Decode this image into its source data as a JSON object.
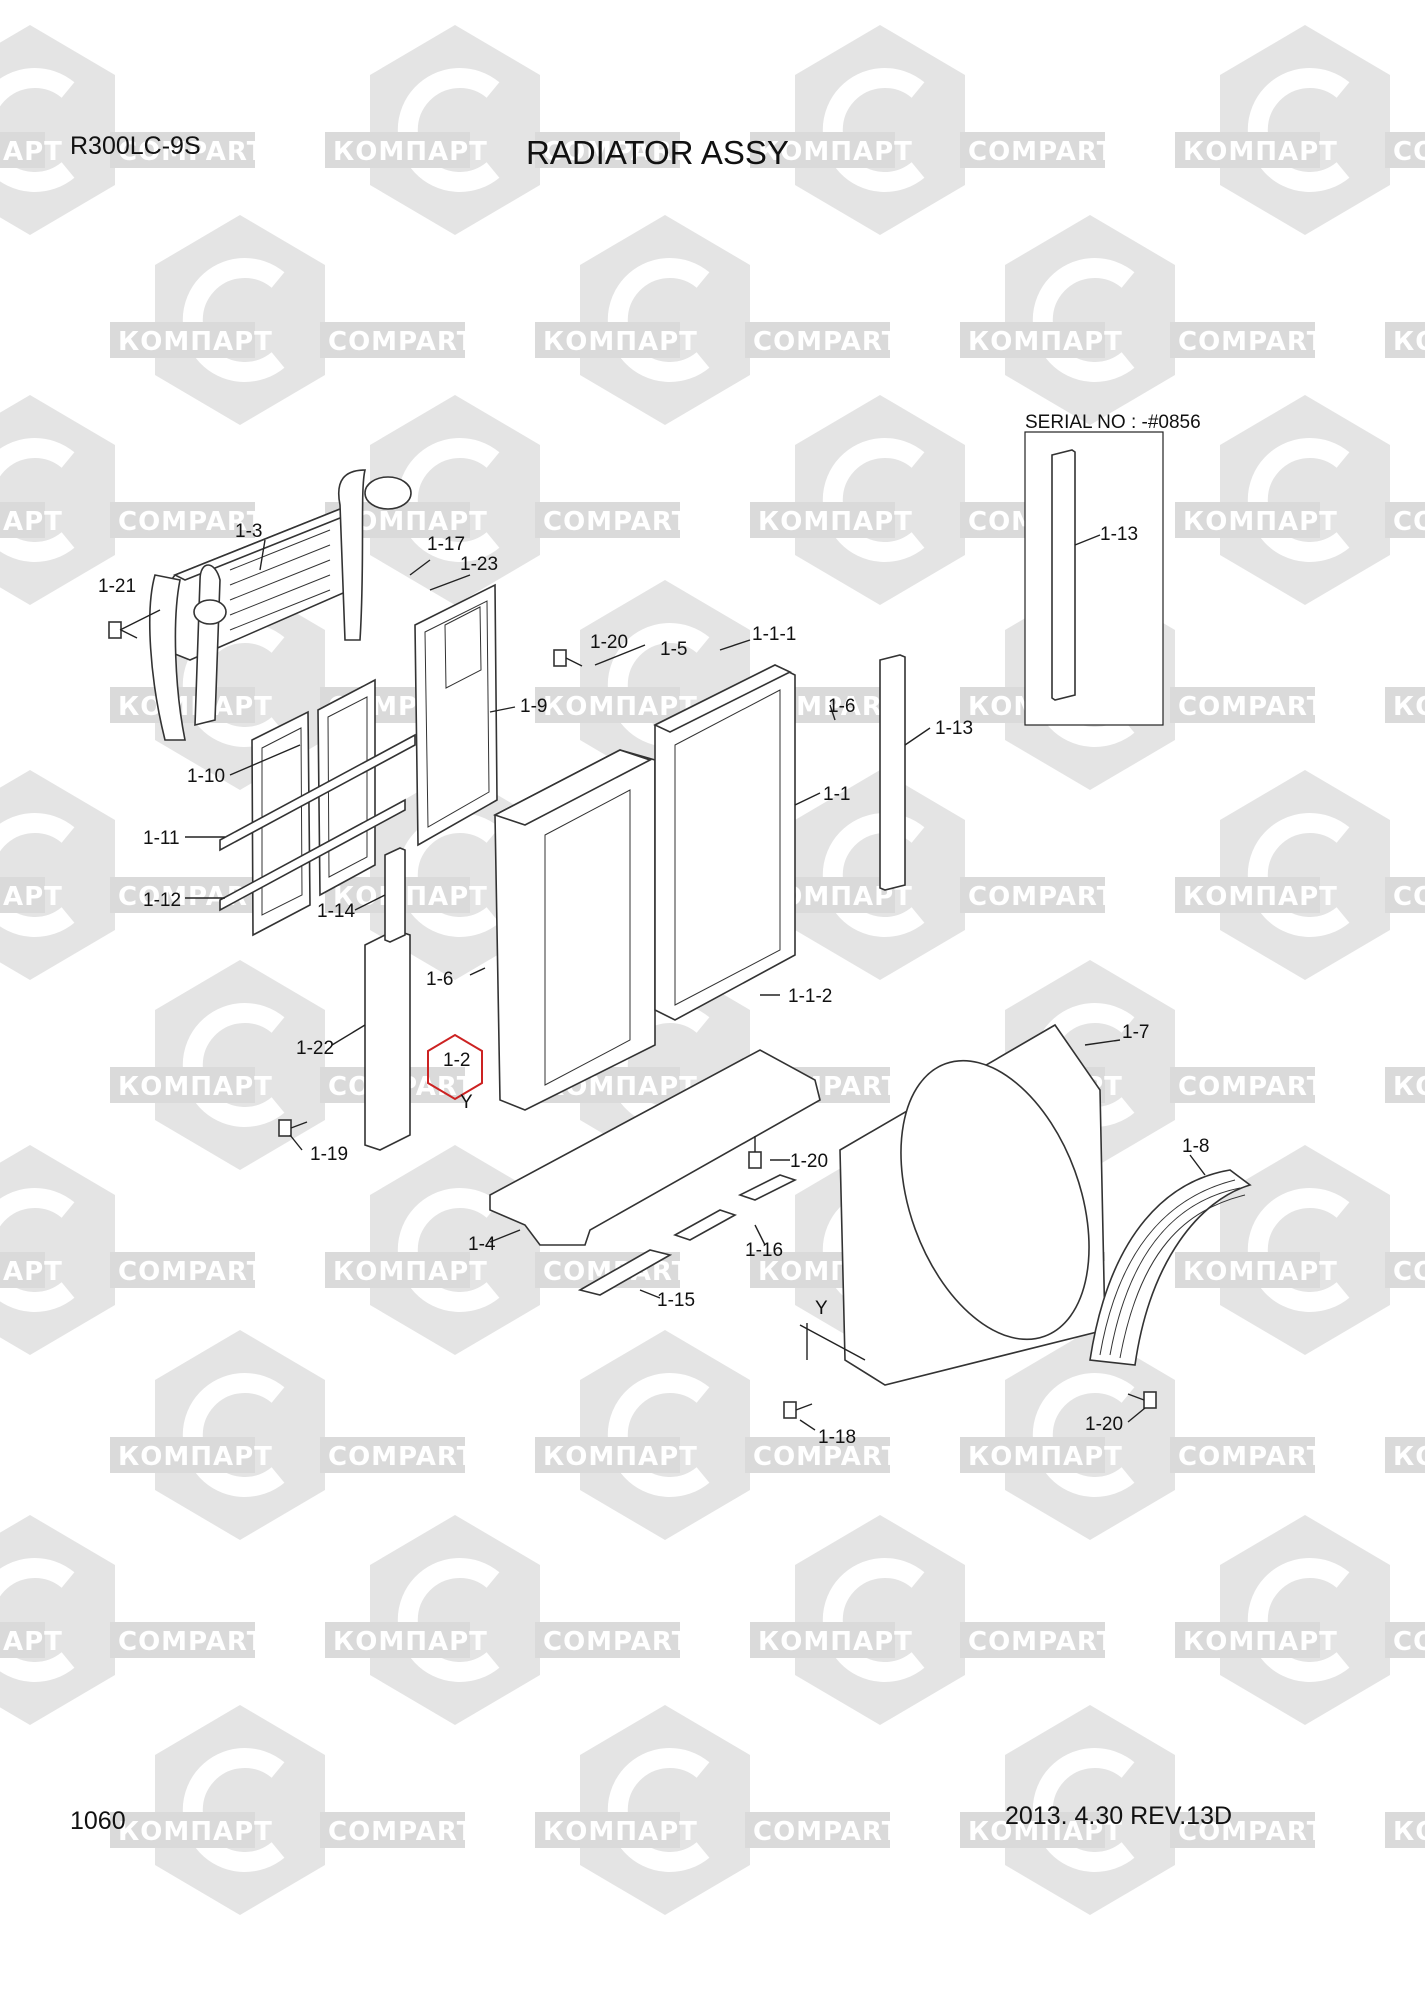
{
  "header": {
    "model": "R300LC-9S",
    "title": "RADIATOR ASSY"
  },
  "footer": {
    "page_number": "1060",
    "revision": "2013. 4.30  REV.13D"
  },
  "serial_box": {
    "label": "SERIAL NO : -#0856",
    "part": "1-13"
  },
  "watermark": {
    "cyrillic": "КОМПАРТ",
    "latin": "COMPART",
    "color": "#d9d9d9"
  },
  "highlight": {
    "part": "1-2",
    "view": "Y",
    "color": "#cc2222"
  },
  "callouts": {
    "p1_3": "1-3",
    "p1_17": "1-17",
    "p1_23": "1-23",
    "p1_21": "1-21",
    "p1_9": "1-9",
    "p1_10": "1-10",
    "p1_11": "1-11",
    "p1_12": "1-12",
    "p1_14": "1-14",
    "p1_22": "1-22",
    "p1_19": "1-19",
    "p1_20a": "1-20",
    "p1_5": "1-5",
    "p1_1_1": "1-1-1",
    "p1_6a": "1-6",
    "p1_6b": "1-6",
    "p1_13": "1-13",
    "p1_1": "1-1",
    "p1_1_2": "1-1-2",
    "p1_7": "1-7",
    "p1_8": "1-8",
    "p1_20b": "1-20",
    "p1_4": "1-4",
    "p1_16": "1-16",
    "p1_15": "1-15",
    "y_view": "Y",
    "p1_18": "1-18",
    "p1_20c": "1-20"
  }
}
